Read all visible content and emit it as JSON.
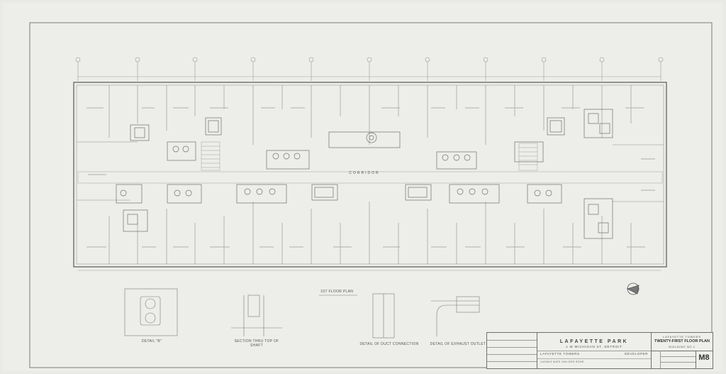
{
  "title_block": {
    "project_name": "LAFAYETTE PARK",
    "project_address": "1 W MICHIGAN ST, DETROIT",
    "project_sub": "LAFAYETTE TOWERS",
    "client": "DEVELOPER",
    "architect": "LUDWIG MIES VAN DER ROHE",
    "right_header": "LAFAYETTE TOWERS",
    "drawing_title": "TWENTY-FIRST FLOOR PLAN",
    "building": "BUILDING NO 1",
    "sheet_number": "M8"
  },
  "detail_labels": [
    "DETAIL \"B\"",
    "SECTION THRU TOP OF SHAFT",
    "1ST FLOOR PLAN",
    "DETAIL OF DUCT CONNECTION",
    "DETAIL OF EXHAUST OUTLET"
  ],
  "corridor_label": "CORRIDOR",
  "colors": {
    "paper": "#ededea",
    "line": "#6f6f6c",
    "faint": "#a9a9a5"
  }
}
